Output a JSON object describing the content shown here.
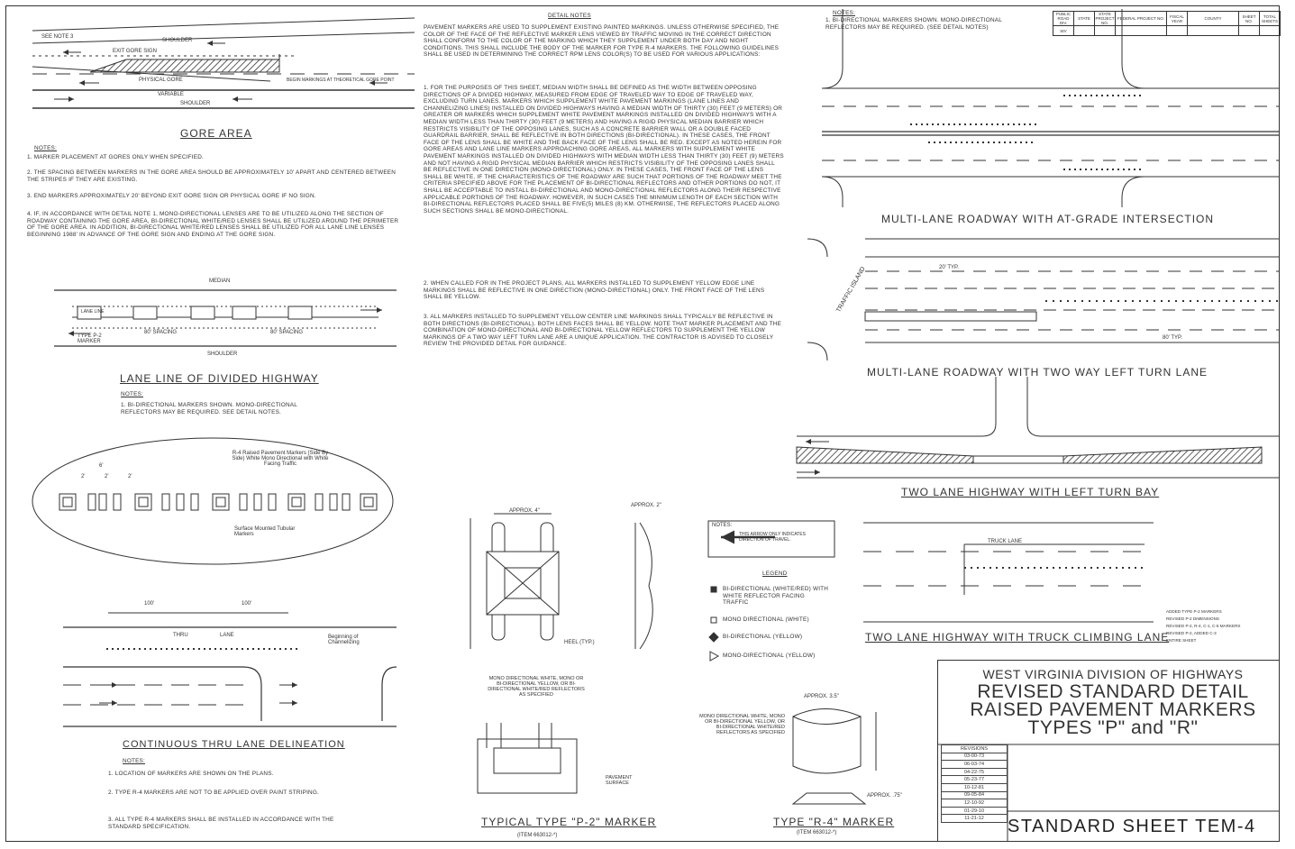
{
  "detail_notes": {
    "heading": "DETAIL NOTES",
    "paragraphs": [
      "PAVEMENT MARKERS ARE USED TO SUPPLEMENT EXISTING PAINTED MARKINGS. UNLESS OTHERWISE SPECIFIED, THE COLOR OF THE FACE OF THE REFLECTIVE MARKER LENS VIEWED BY TRAFFIC MOVING IN THE CORRECT DIRECTION SHALL CONFORM TO THE COLOR OF THE MARKING WHICH THEY SUPPLEMENT UNDER BOTH DAY AND NIGHT CONDITIONS. THIS SHALL INCLUDE THE BODY OF THE MARKER FOR TYPE R-4 MARKERS. THE FOLLOWING GUIDELINES SHALL BE USED IN DETERMINING THE CORRECT RPM LENS COLOR(S) TO BE USED FOR VARIOUS APPLICATIONS:",
      "1. FOR THE PURPOSES OF THIS SHEET, MEDIAN WIDTH SHALL BE DEFINED AS THE WIDTH BETWEEN OPPOSING DIRECTIONS OF A DIVIDED HIGHWAY, MEASURED FROM EDGE OF TRAVELED WAY TO EDGE OF TRAVELED WAY, EXCLUDING TURN LANES. MARKERS WHICH SUPPLEMENT WHITE PAVEMENT MARKINGS (LANE LINES AND CHANNELIZING LINES) INSTALLED ON DIVIDED HIGHWAYS HAVING A MEDIAN WIDTH OF THIRTY (30) FEET (9 METERS) OR GREATER OR MARKERS WHICH SUPPLEMENT WHITE PAVEMENT MARKINGS INSTALLED ON DIVIDED HIGHWAYS WITH A MEDIAN WIDTH LESS THAN THIRTY (30) FEET (9 METERS) AND HAVING A RIGID PHYSICAL MEDIAN BARRIER WHICH RESTRICTS VISIBILITY OF THE OPPOSING LANES, SUCH AS A CONCRETE BARRIER WALL OR A DOUBLE FACED GUARDRAIL BARRIER, SHALL BE REFLECTIVE IN BOTH DIRECTIONS (BI-DIRECTIONAL). IN THESE CASES, THE FRONT FACE OF THE LENS SHALL BE WHITE AND THE BACK FACE OF THE LENS SHALL BE RED. EXCEPT AS NOTED HEREIN FOR GORE AREAS AND LANE LINE MARKERS APPROACHING GORE AREAS, ALL MARKERS WITH SUPPLEMENT WHITE PAVEMENT MARKINGS INSTALLED ON DIVIDED HIGHWAYS WITH MEDIAN WIDTH LESS THAN THIRTY (30) FEET (9) METERS AND NOT HAVING A RIGID PHYSICAL MEDIAN BARRIER WHICH RESTRICTS VISIBILITY OF THE OPPOSING LANES SHALL BE REFLECTIVE IN ONE DIRECTION (MONO-DIRECTIONAL) ONLY. IN THESE CASES, THE FRONT FACE OF THE LENS SHALL BE WHITE. IF THE CHARACTERISTICS OF THE ROADWAY ARE SUCH THAT PORTIONS OF THE ROADWAY MEET THE CRITERIA SPECIFIED ABOVE FOR THE PLACEMENT OF BI-DIRECTIONAL REFLECTORS AND OTHER PORTIONS DO NOT, IT SHALL BE ACCEPTABLE TO INSTALL BI-DIRECTIONAL AND MONO-DIRECTIONAL REFLECTORS ALONG THEIR RESPECTIVE APPLICABLE PORTIONS OF THE ROADWAY. HOWEVER, IN SUCH CASES THE MINIMUM LENGTH OF EACH SECTION WITH BI-DIRECTIONAL REFLECTORS PLACED SHALL BE FIVE(5) MILES (8) KM. OTHERWISE, THE REFLECTORS PLACED ALONG SUCH SECTIONS SHALL BE MONO-DIRECTIONAL.",
      "2. WHEN CALLED FOR IN THE PROJECT PLANS, ALL MARKERS INSTALLED TO SUPPLEMENT YELLOW EDGE LINE MARKINGS SHALL BE REFLECTIVE IN ONE DIRECTION (MONO-DIRECTIONAL) ONLY. THE FRONT FACE OF THE LENS SHALL BE YELLOW.",
      "3. ALL MARKERS INSTALLED TO SUPPLEMENT YELLOW CENTER LINE MARKINGS SHALL TYPICALLY BE REFLECTIVE IN BOTH DIRECTIONS (BI-DIRECTIONAL). BOTH LENS FACES SHALL BE YELLOW. NOTE THAT MARKER PLACEMENT AND THE COMBINATION OF MONO-DIRECTIONAL AND BI-DIRECTIONAL YELLOW REFLECTORS TO SUPPLEMENT THE YELLOW MARKINGS OF A TWO WAY LEFT TURN LANE ARE A UNIQUE APPLICATION. THE CONTRACTOR IS ADVISED TO CLOSELY REVIEW THE PROVIDED DETAIL FOR GUIDANCE."
    ]
  },
  "gore": {
    "title": "GORE AREA",
    "labels": [
      "SEE NOTE 3",
      "SHOULDER",
      "EXIT GORE SIGN",
      "PHYSICAL GORE",
      "BEGIN MARKINGS AT THEORETICAL GORE POINT",
      "VARIABLE",
      "SHOULDER"
    ],
    "notes_heading": "NOTES:",
    "notes": [
      "1.  MARKER PLACEMENT AT GORES ONLY WHEN SPECIFIED.",
      "2.  THE SPACING BETWEEN MARKERS IN THE GORE AREA SHOULD BE APPROXIMATELY 10' APART AND CENTERED BETWEEN THE STRIPES IF THEY ARE EXISTING.",
      "3.  END MARKERS APPROXIMATELY 20' BEYOND EXIT GORE SIGN OR PHYSICAL GORE IF NO SIGN.",
      "4.  IF, IN ACCORDANCE WITH DETAIL NOTE 1, MONO-DIRECTIONAL LENSES ARE TO BE UTILIZED ALONG THE SECTION OF ROADWAY CONTAINING THE GORE AREA, BI-DIRECTIONAL WHITE/RED LENSES SHALL BE UTILIZED AROUND THE PERIMETER OF THE GORE AREA. IN ADDITION, BI-DIRECTIONAL WHITE/RED LENSES SHALL BE UTILIZED FOR ALL LANE LINE LENSES BEGINNING 1988' IN ADVANCE OF THE GORE SIGN AND ENDING AT THE GORE SIGN."
    ]
  },
  "lane_line": {
    "title": "LANE LINE OF DIVIDED HIGHWAY",
    "median": "MEDIAN",
    "shoulder": "SHOULDER",
    "spacing_1": "80' SPACING",
    "spacing_2": "80' SPACING",
    "marker": "TYPE P-2 MARKER",
    "line_label": "Lane Line",
    "notes_heading": "NOTES:",
    "note": "1.  BI-DIRECTIONAL MARKERS SHOWN. MONO-DIRECTIONAL REFLECTORS MAY BE REQUIRED. SEE DETAIL NOTES."
  },
  "tubular": {
    "callout_top": "R-4 Raised Pavement Markers (Side By Side) White Mono Directional with White Facing Traffic",
    "callout_bottom": "Surface Mounted Tubular Markers",
    "dims": [
      "6'",
      "2'",
      "2'",
      "2'"
    ]
  },
  "continuous": {
    "title": "CONTINUOUS THRU LANE DELINEATION",
    "dim1": "100'",
    "dim2": "100'",
    "thru": "THRU",
    "lane": "LANE",
    "channel": "Beginning of Channelizing",
    "notes_heading": "NOTES:",
    "notes": [
      "1.  LOCATION OF MARKERS ARE SHOWN ON THE PLANS.",
      "2.  TYPE R-4 MARKERS ARE NOT TO BE APPLIED OVER PAINT STRIPING.",
      "3.  ALL TYPE R-4 MARKERS SHALL BE INSTALLED IN ACCORDANCE WITH THE STANDARD SPECIFICATION."
    ]
  },
  "p2": {
    "title": "TYPICAL TYPE \"P-2\" MARKER",
    "item": "(ITEM 663012-*)",
    "approx1": "APPROX. 4\"",
    "approx2": "APPROX. 2\"",
    "heel": "HEEL (TYP.)",
    "mono_note": "MONO DIRECTIONAL WHITE, MONO OR BI-DIRECTIONAL YELLOW, OR BI-DIRECTIONAL WHITE/RED REFLECTORS AS SPECIFIED",
    "pavement": "PAVEMENT SURFACE"
  },
  "r4": {
    "title": "TYPE \"R-4\" MARKER",
    "item": "(ITEM 663012-*)",
    "approx": "APPROX. 3.5\"",
    "approx2": "APPROX. .75\"",
    "mono_note": "MONO DIRECTIONAL WHITE, MONO OR BI-DIRECTIONAL YELLOW, OR BI-DIRECTIONAL WHITE/RED REFLECTORS AS SPECIFIED"
  },
  "legend": {
    "notes_heading": "NOTES:",
    "arrow_note": "THIS ARROW ONLY INDICATES DIRECTION OF TRAVEL.",
    "heading": "LEGEND",
    "items": [
      "BI-DIRECTIONAL (WHITE/RED) WITH WHITE REFLECTOR FACING TRAFFIC",
      "MONO DIRECTIONAL (WHITE)",
      "BI-DIRECTIONAL (YELLOW)",
      "MONO-DIRECTIONAL (YELLOW)"
    ]
  },
  "right": {
    "notes_heading": "NOTES:",
    "note": "1.  BI-DIRECTIONAL MARKERS SHOWN. MONO-DIRECTIONAL REFLECTORS MAY BE REQUIRED. (SEE DETAIL NOTES)",
    "title_intersection": "MULTI-LANE ROADWAY WITH AT-GRADE INTERSECTION",
    "title_twltl": "MULTI-LANE ROADWAY WITH TWO WAY LEFT TURN LANE",
    "title_leftbay": "TWO LANE HIGHWAY WITH LEFT TURN BAY",
    "title_truck": "TWO LANE HIGHWAY WITH TRUCK CLIMBING LANE",
    "traffic_label": "TRAFFIC ISLAND",
    "truck_lane": "TRUCK LANE",
    "dim_80": "80' TYP.",
    "dim_20": "20' TYP."
  },
  "revision_notes": [
    "ADDED TYPE P-2 MARKERS",
    "REVISED P-2 DIMENSIONS",
    "REVISED P-2, R-4, C-1, C-5 MARKERS",
    "REVISED P-2, ADDED C-3",
    "ENTIRE SHEET"
  ],
  "title_block": {
    "agency": "WEST VIRGINIA DIVISION OF HIGHWAYS",
    "line1": "REVISED STANDARD DETAIL",
    "line2": "RAISED PAVEMENT MARKERS",
    "line3": "TYPES \"P\" and \"R\"",
    "sheet": "STANDARD SHEET TEM-4",
    "revisions_label": "REVISIONS",
    "revisions": [
      "03-00-73",
      "06-03-74",
      "04-22-75",
      "05-23-77",
      "10-12-81",
      "09-05-84",
      "12-10-92",
      "01-29-10",
      "11-21-12"
    ]
  },
  "top_table": {
    "headers": [
      "PUBLIC ROAD DIV.",
      "STATE",
      "STATE PROJECT NO.",
      "FEDERAL PROJECT NO.",
      "FISCAL YEAR",
      "COUNTY",
      "SHEET NO.",
      "TOTAL SHEETS"
    ],
    "row": [
      "WV",
      "",
      "",
      "",
      "",
      "",
      "",
      ""
    ]
  }
}
